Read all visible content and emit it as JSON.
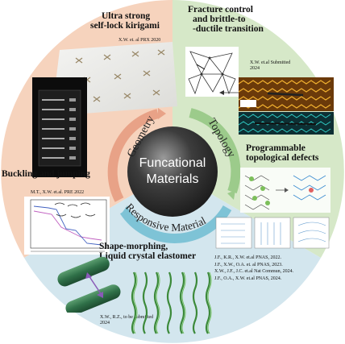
{
  "center": {
    "line1": "Funcational",
    "line2": "Materials"
  },
  "ring_labels": {
    "geometry": "Geometry",
    "topology": "Topology",
    "responsive": "Responsive Material"
  },
  "sections": {
    "top_left": {
      "heading_line1": "Ultra strong",
      "heading_line2": "self-lock kirigami",
      "citation": "X.W. et. al PRX 2020"
    },
    "top_right": {
      "heading_line1": "Fracture control",
      "heading_line2": "and brittle-to",
      "heading_line3": "-ductile transition",
      "citation_line1": "X.W. et.al Submitted",
      "citation_line2": "2024"
    },
    "mid_right": {
      "heading_line1": "Programmable",
      "heading_line2": "topological defects"
    },
    "mid_left": {
      "heading": "Buckling and jumping",
      "citation": "M.T., X.W. et.al. PRE 2022"
    },
    "bottom": {
      "heading_line1": "Shape-morphing,",
      "heading_line2": "Liquid crystal elastomer",
      "citation_left_line1": "X.W., R.Z., to be submitted",
      "citation_left_line2": "2024",
      "refs": [
        "J.F., K.R., X.W. et.al PNAS, 2022.",
        "J.F., X.W., O.A. et. al PNAS, 2023.",
        "X.W., J.F., J.C. et.al Nat Commun, 2024.",
        "J.F., O.A., X.W. et.al PNAS, 2024."
      ]
    }
  },
  "colors": {
    "peach": "#f6d3bd",
    "green": "#d6e8c8",
    "blue": "#d3e6ee",
    "arc_orange": "#e8a287",
    "arc_green": "#9ccb8b",
    "arc_blue": "#7ec3d6"
  }
}
